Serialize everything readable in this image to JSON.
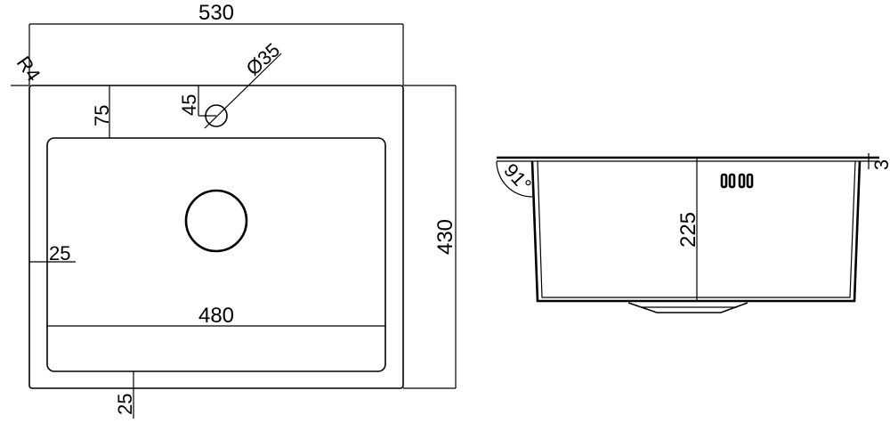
{
  "top_view": {
    "overall_width": "530",
    "overall_depth": "430",
    "corner_radius": "R4",
    "tap_hole_diameter": "Ø35",
    "tap_hole_offset": "45",
    "bowl_front_offset": "75",
    "bowl_side_offset": "25",
    "bowl_width": "480",
    "bowl_back_offset": "25"
  },
  "side_view": {
    "angle": "91°",
    "bowl_height": "225",
    "rim_thickness": "3"
  }
}
